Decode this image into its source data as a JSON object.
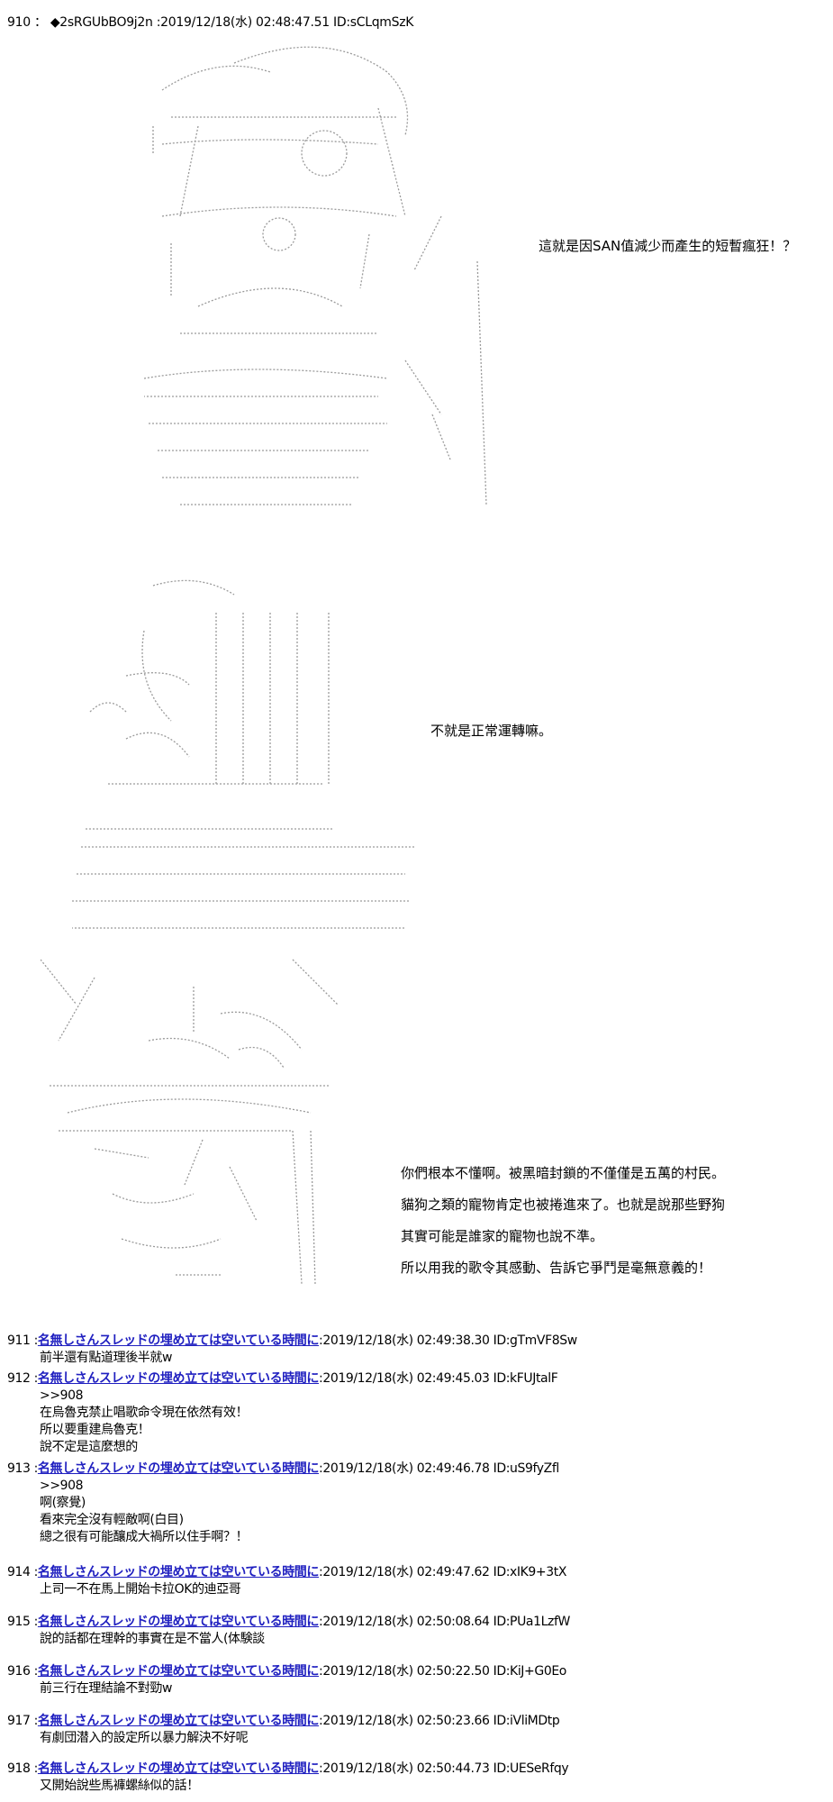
{
  "main_post": {
    "number": "910",
    "separator": "：",
    "trip": "◆2sRGUbBO9j2n",
    "date": ":2019/12/18(水) 02:48:47.51",
    "id": "ID:sCLqmSzK",
    "dialogues": [
      {
        "lines": [
          "這就是因SAN值減少而產生的短暫瘋狂！？"
        ]
      },
      {
        "lines": [
          "不就是正常運轉嘛。"
        ]
      },
      {
        "lines": [
          "你們根本不懂啊。被黑暗封鎖的不僅僅是五萬的村民。",
          "貓狗之類的寵物肯定也被捲進來了。也就是說那些野狗",
          "其實可能是誰家的寵物也說不準。",
          "所以用我的歌令其感動、告訴它爭鬥是毫無意義的！"
        ]
      }
    ]
  },
  "replies": [
    {
      "number": "911",
      "name": "名無しさんスレッドの埋め立ては空いている時間に",
      "date": ":2019/12/18(水) 02:49:38.30",
      "id": "ID:gTmVF8Sw",
      "lines": [
        "前半還有點道理後半就w"
      ]
    },
    {
      "number": "912",
      "name": "名無しさんスレッドの埋め立ては空いている時間に",
      "date": ":2019/12/18(水) 02:49:45.03",
      "id": "ID:kFUJtalF",
      "lines": [
        ">>908",
        "在烏魯克禁止唱歌命令現在依然有效！",
        "所以要重建烏魯克！",
        "說不定是這麼想的"
      ]
    },
    {
      "number": "913",
      "name": "名無しさんスレッドの埋め立ては空いている時間に",
      "date": ":2019/12/18(水) 02:49:46.78",
      "id": "ID:uS9fyZfl",
      "lines": [
        ">>908",
        "啊(察覺)",
        "看來完全沒有輕敵啊(白目)",
        "總之很有可能釀成大禍所以住手啊？！"
      ]
    },
    {
      "number": "914",
      "name": "名無しさんスレッドの埋め立ては空いている時間に",
      "date": ":2019/12/18(水) 02:49:47.62",
      "id": "ID:xIK9+3tX",
      "lines": [
        "上司一不在馬上開始卡拉OK的迪亞哥"
      ]
    },
    {
      "number": "915",
      "name": "名無しさんスレッドの埋め立ては空いている時間に",
      "date": ":2019/12/18(水) 02:50:08.64",
      "id": "ID:PUa1LzfW",
      "lines": [
        "說的話都在理幹的事實在是不當人(体験談"
      ]
    },
    {
      "number": "916",
      "name": "名無しさんスレッドの埋め立ては空いている時間に",
      "date": ":2019/12/18(水) 02:50:22.50",
      "id": "ID:KiJ+G0Eo",
      "lines": [
        "前三行在理結論不對勁w"
      ]
    },
    {
      "number": "917",
      "name": "名無しさんスレッドの埋め立ては空いている時間に",
      "date": ":2019/12/18(水) 02:50:23.66",
      "id": "ID:iVliMDtp",
      "lines": [
        "有劇団潜入的設定所以暴力解決不好呢"
      ]
    },
    {
      "number": "918",
      "name": "名無しさんスレッドの埋め立ては空いている時間に",
      "date": ":2019/12/18(水) 02:50:44.73",
      "id": "ID:UESeRfqy",
      "lines": [
        "又開始說些馬褲螺絲似的話！"
      ]
    }
  ],
  "colors": {
    "name_link": "#2020c0",
    "art_stroke": "#9a9a9a"
  }
}
